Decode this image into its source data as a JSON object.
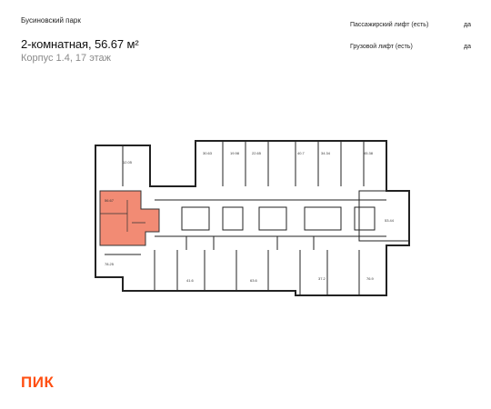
{
  "project_name": "Бусиновский парк",
  "apartment": {
    "title": "2-комнатная, 56.67 м²",
    "building_floor": "Корпус 1.4, 17 этаж"
  },
  "features": [
    {
      "label": "Пассажирский лифт (есть)",
      "value": "да"
    },
    {
      "label": "Грузовой лифт (есть)",
      "value": "да"
    }
  ],
  "plan": {
    "room_labels": [
      "12.05",
      "56.67",
      "30.63",
      "19.98",
      "22.65",
      "40.7",
      "34.34",
      "45.38",
      "53.44",
      "78.25",
      "41.6",
      "63.6",
      "37.2",
      "76.9"
    ],
    "highlight_color": "#f28b74"
  },
  "brand": {
    "logo_text": "ПИК",
    "color": "#ff4f12"
  }
}
